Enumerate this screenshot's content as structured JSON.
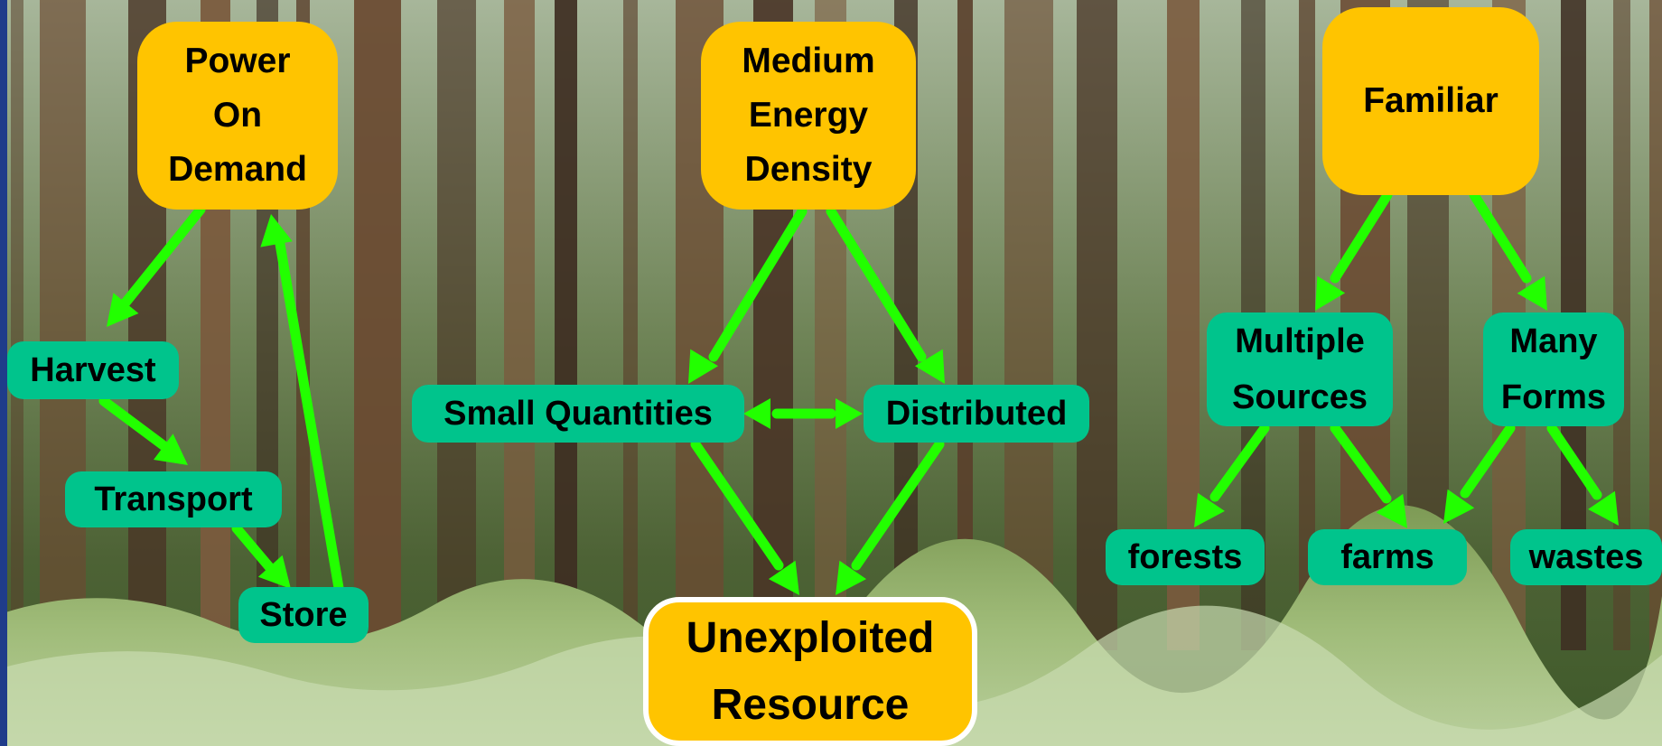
{
  "diagram": {
    "nodes": {
      "power_on_demand": {
        "lines": [
          "Power",
          "On",
          "Demand"
        ]
      },
      "medium_energy_density": {
        "lines": [
          "Medium",
          "Energy",
          "Density"
        ]
      },
      "familiar": {
        "lines": [
          "Familiar"
        ]
      },
      "harvest": {
        "lines": [
          "Harvest"
        ]
      },
      "transport": {
        "lines": [
          "Transport"
        ]
      },
      "store": {
        "lines": [
          "Store"
        ]
      },
      "small_quantities": {
        "lines": [
          "Small Quantities"
        ]
      },
      "distributed": {
        "lines": [
          "Distributed"
        ]
      },
      "unexploited_resource": {
        "lines": [
          "Unexploited",
          "Resource"
        ]
      },
      "multiple_sources": {
        "lines": [
          "Multiple",
          "Sources"
        ]
      },
      "many_forms": {
        "lines": [
          "Many",
          "Forms"
        ]
      },
      "forests": {
        "lines": [
          "forests"
        ]
      },
      "farms": {
        "lines": [
          "farms"
        ]
      },
      "wastes": {
        "lines": [
          "wastes"
        ]
      }
    },
    "edges": [
      {
        "from": "power_on_demand",
        "to": "harvest"
      },
      {
        "from": "harvest",
        "to": "transport"
      },
      {
        "from": "transport",
        "to": "store"
      },
      {
        "from": "store",
        "to": "power_on_demand"
      },
      {
        "from": "medium_energy_density",
        "to": "small_quantities"
      },
      {
        "from": "medium_energy_density",
        "to": "distributed"
      },
      {
        "from": "small_quantities",
        "to": "distributed",
        "bidirectional": true
      },
      {
        "from": "small_quantities",
        "to": "unexploited_resource"
      },
      {
        "from": "distributed",
        "to": "unexploited_resource"
      },
      {
        "from": "familiar",
        "to": "multiple_sources"
      },
      {
        "from": "familiar",
        "to": "many_forms"
      },
      {
        "from": "multiple_sources",
        "to": "forests"
      },
      {
        "from": "multiple_sources",
        "to": "farms"
      },
      {
        "from": "many_forms",
        "to": "farms"
      },
      {
        "from": "many_forms",
        "to": "wastes"
      }
    ],
    "colors": {
      "primary_node": "#ffc400",
      "secondary_node": "#00c48c",
      "arrow": "#22ff00",
      "frame": "#1f3c8a",
      "center_border": "#ffffff"
    }
  }
}
